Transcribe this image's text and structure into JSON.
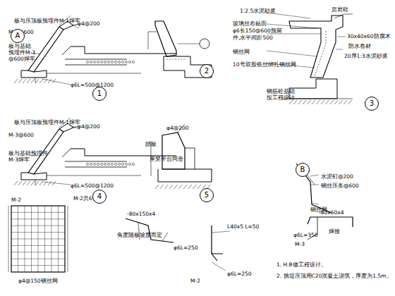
{
  "diagram": {
    "nodes": [
      {
        "text": [
          "A"
        ]
      },
      {
        "text": [
          "1"
        ]
      },
      {
        "text": [
          "2"
        ]
      },
      {
        "text": [
          "3"
        ]
      },
      {
        "text": [
          "4"
        ]
      },
      {
        "text": [
          "5"
        ]
      },
      {
        "text": [
          "B"
        ]
      }
    ],
    "labels": [
      "板与压顶板预埋件M-1焊牢",
      "φ4@200",
      "M-1@600",
      "板与基础",
      "预埋件M-3",
      "@600焊牢",
      "φ6L=500@1200",
      "板与压顶板预埋件M-1焊牢",
      "φ4@200",
      "M-3@600",
      "板与基础预埋件",
      "M-3焊牢",
      "φ6L=500@1200",
      "φ4@200",
      "踏板",
      "座凳平台同造",
      "1:2.5水泥砂浆",
      "页岩砖",
      "玻璃丝布贴面",
      "φ6长150@600预留",
      "件,水平间距500",
      "钢丝网",
      "10号双股铁丝绑扎钢丝网",
      "30x40x60防腐木",
      "防水卷材",
      "20厚1:3水泥砂浆",
      "钢筋砼基础",
      "按工程设计",
      "水泥钉@200",
      "钢丝压条@600",
      "钢丝网",
      "-80x60x4",
      "焊接",
      "φ6L=350",
      "M-3",
      "M-2",
      "M-2共6件",
      "φ4@150钢丝网",
      "-80x150x4",
      "角度随板坡度而定",
      "φ6L=250",
      "L40x5 L=50",
      "φ6L=250",
      "M-2",
      "1. H.B做工程设计。",
      "2. 挑堤压顶用C20混凝土浇筑，厚度为1.5m。"
    ]
  }
}
